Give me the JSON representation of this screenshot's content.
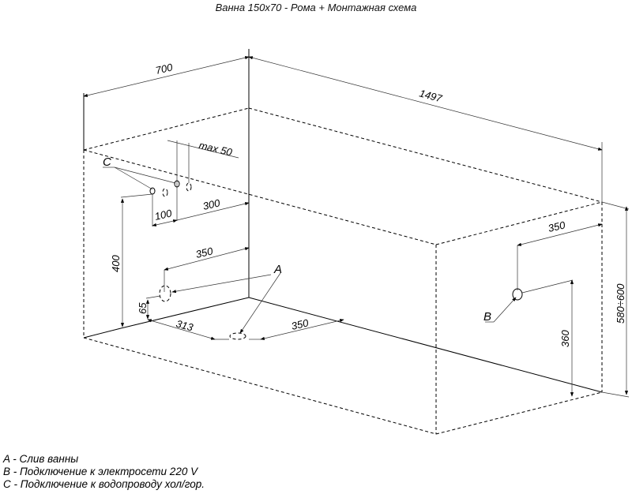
{
  "title": "Ванна 150x70 - Рома + Монтажная схема",
  "dimensions": {
    "width": "700",
    "length": "1497",
    "max_offset": "max  50",
    "pipe_offset_300": "300",
    "pipe_spacing": "100",
    "drain_offset_350": "350",
    "pipe_height": "400",
    "overflow_height": "65",
    "drain_313": "313",
    "drain_350": "350",
    "power_offset": "350",
    "power_height": "360",
    "total_height": "580÷600"
  },
  "labels": {
    "a": "A",
    "b": "B",
    "c": "C"
  },
  "legend": [
    "A - Слив ванны",
    "B - Подключение к электросети 220 V",
    "C - Подключение к водопроводу хол/гор."
  ]
}
